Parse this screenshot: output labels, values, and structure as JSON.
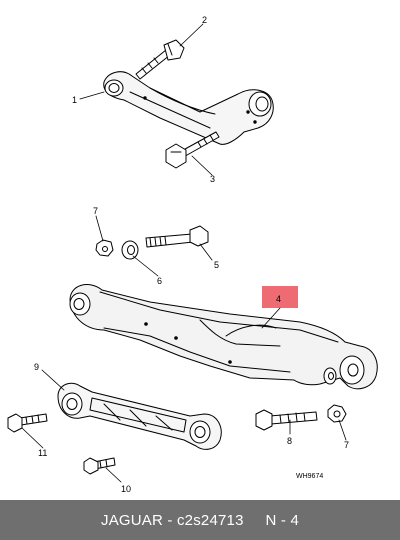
{
  "diagram": {
    "reference_code": "WH9674",
    "colors": {
      "highlight": "#ee6b73",
      "shading": "#f3f3f3",
      "footer_bg": "#6f6f70",
      "footer_text": "#ffffff"
    },
    "callouts": [
      {
        "id": "1",
        "label": "1"
      },
      {
        "id": "2",
        "label": "2"
      },
      {
        "id": "3",
        "label": "3"
      },
      {
        "id": "4",
        "label": "4"
      },
      {
        "id": "5",
        "label": "5"
      },
      {
        "id": "6",
        "label": "6"
      },
      {
        "id": "7a",
        "label": "7"
      },
      {
        "id": "7b",
        "label": "7"
      },
      {
        "id": "8",
        "label": "8"
      },
      {
        "id": "9",
        "label": "9"
      },
      {
        "id": "10",
        "label": "10"
      },
      {
        "id": "11",
        "label": "11"
      }
    ]
  },
  "footer": {
    "brand": "JAGUAR",
    "part_number": "c2s24713",
    "position": "N - 4"
  }
}
